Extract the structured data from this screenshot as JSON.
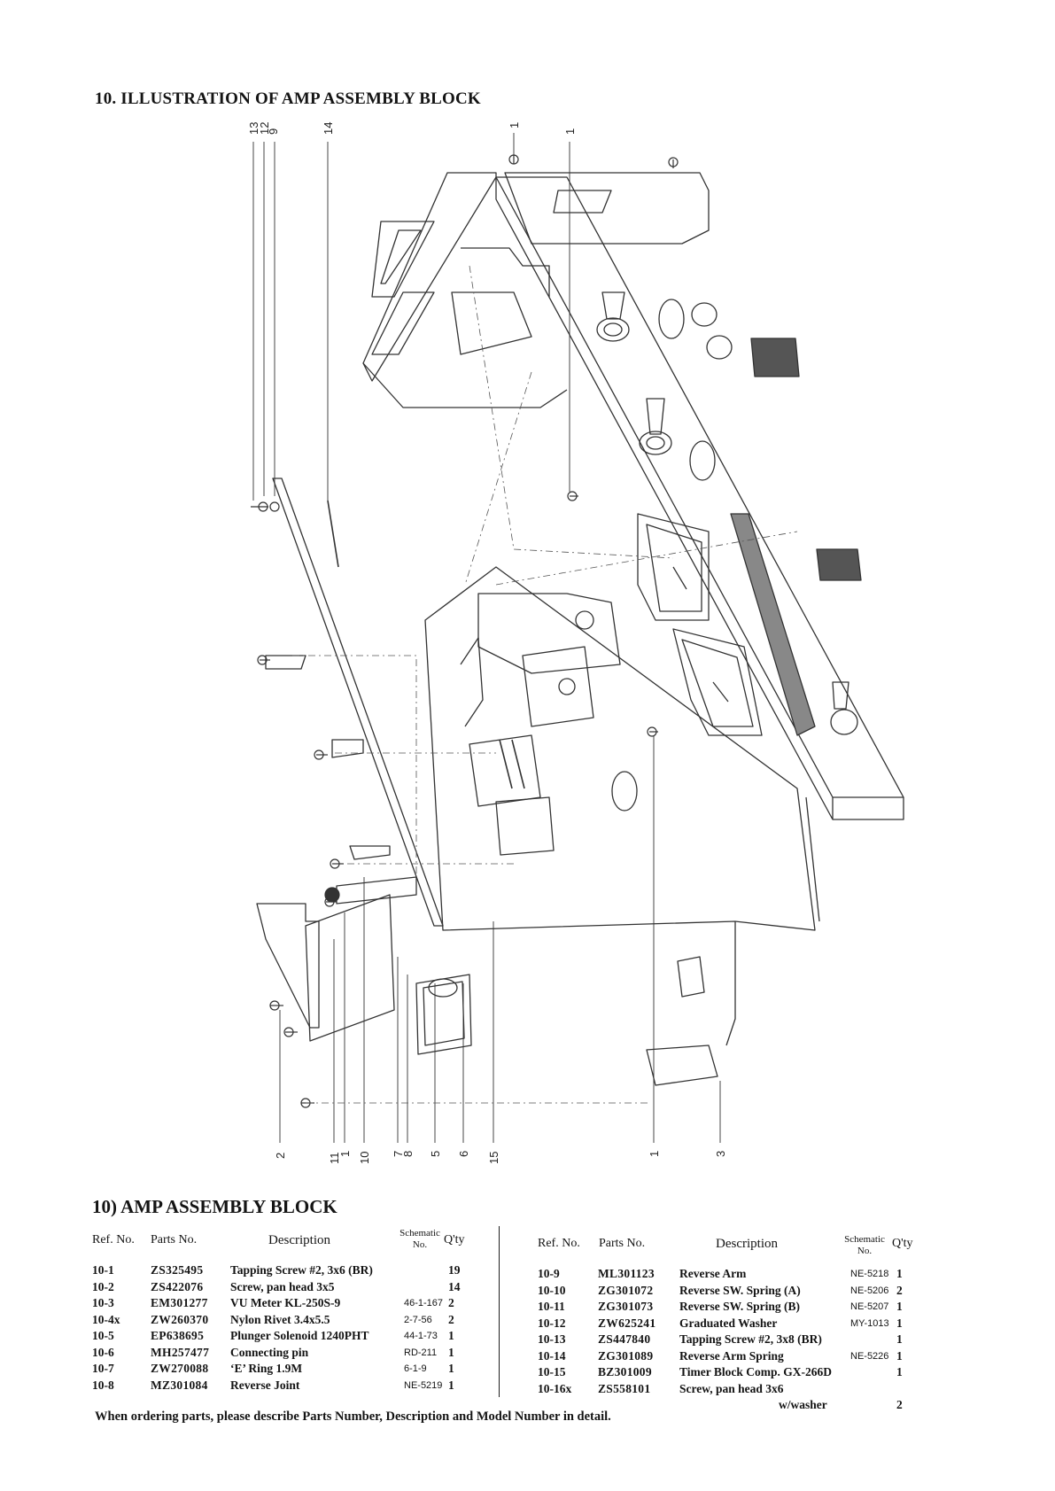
{
  "page": {
    "section_title": "10.   ILLUSTRATION OF AMP ASSEMBLY BLOCK",
    "table_title": "10)  AMP ASSEMBLY BLOCK",
    "footer_note": "When ordering parts, please describe Parts Number, Description and Model Number in detail."
  },
  "diagram": {
    "top_callouts": [
      "13",
      "12",
      "9",
      "14",
      "1",
      "1"
    ],
    "bottom_callouts": [
      "2",
      "11",
      "1",
      "10",
      "7",
      "8",
      "5",
      "6",
      "15",
      "1",
      "3"
    ]
  },
  "table": {
    "headers": {
      "ref": "Ref. No.",
      "parts": "Parts No.",
      "description": "Description",
      "schematic": "Schematic",
      "schematic_no": "No.",
      "qty": "Q'ty"
    },
    "left_rows": [
      {
        "ref": "10-1",
        "parts": "ZS325495",
        "description": "Tapping Screw #2, 3x6 (BR)",
        "schematic": "",
        "qty": "19"
      },
      {
        "ref": "10-2",
        "parts": "ZS422076",
        "description": "Screw, pan head 3x5",
        "schematic": "",
        "qty": "14"
      },
      {
        "ref": "10-3",
        "parts": "EM301277",
        "description": "VU Meter KL-250S-9",
        "schematic": "46-1-167",
        "qty": "2"
      },
      {
        "ref": "10-4x",
        "parts": "ZW260370",
        "description": "Nylon Rivet 3.4x5.5",
        "schematic": "2-7-56",
        "qty": "2"
      },
      {
        "ref": "10-5",
        "parts": "EP638695",
        "description": "Plunger Solenoid 1240PHT",
        "schematic": "44-1-73",
        "qty": "1"
      },
      {
        "ref": "10-6",
        "parts": "MH257477",
        "description": "Connecting pin",
        "schematic": "RD-211",
        "qty": "1"
      },
      {
        "ref": "10-7",
        "parts": "ZW270088",
        "description": "‘E’ Ring 1.9M",
        "schematic": "6-1-9",
        "qty": "1"
      },
      {
        "ref": "10-8",
        "parts": "MZ301084",
        "description": "Reverse Joint",
        "schematic": "NE-5219",
        "qty": "1"
      }
    ],
    "right_rows": [
      {
        "ref": "10-9",
        "parts": "ML301123",
        "description": "Reverse Arm",
        "schematic": "NE-5218",
        "qty": "1"
      },
      {
        "ref": "10-10",
        "parts": "ZG301072",
        "description": "Reverse SW. Spring (A)",
        "schematic": "NE-5206",
        "qty": "2"
      },
      {
        "ref": "10-11",
        "parts": "ZG301073",
        "description": "Reverse SW. Spring (B)",
        "schematic": "NE-5207",
        "qty": "1"
      },
      {
        "ref": "10-12",
        "parts": "ZW625241",
        "description": "Graduated Washer",
        "schematic": "MY-1013",
        "qty": "1"
      },
      {
        "ref": "10-13",
        "parts": "ZS447840",
        "description": "Tapping Screw #2, 3x8 (BR)",
        "schematic": "",
        "qty": "1"
      },
      {
        "ref": "10-14",
        "parts": "ZG301089",
        "description": "Reverse Arm Spring",
        "schematic": "NE-5226",
        "qty": "1"
      },
      {
        "ref": "10-15",
        "parts": "BZ301009",
        "description": "Timer Block Comp. GX-266D",
        "schematic": "",
        "qty": "1"
      },
      {
        "ref": "10-16x",
        "parts": "ZS558101",
        "description": "Screw, pan head 3x6",
        "schematic": "",
        "qty": ""
      },
      {
        "ref": "",
        "parts": "",
        "description": "w/washer",
        "schematic": "",
        "qty": "2"
      }
    ]
  }
}
